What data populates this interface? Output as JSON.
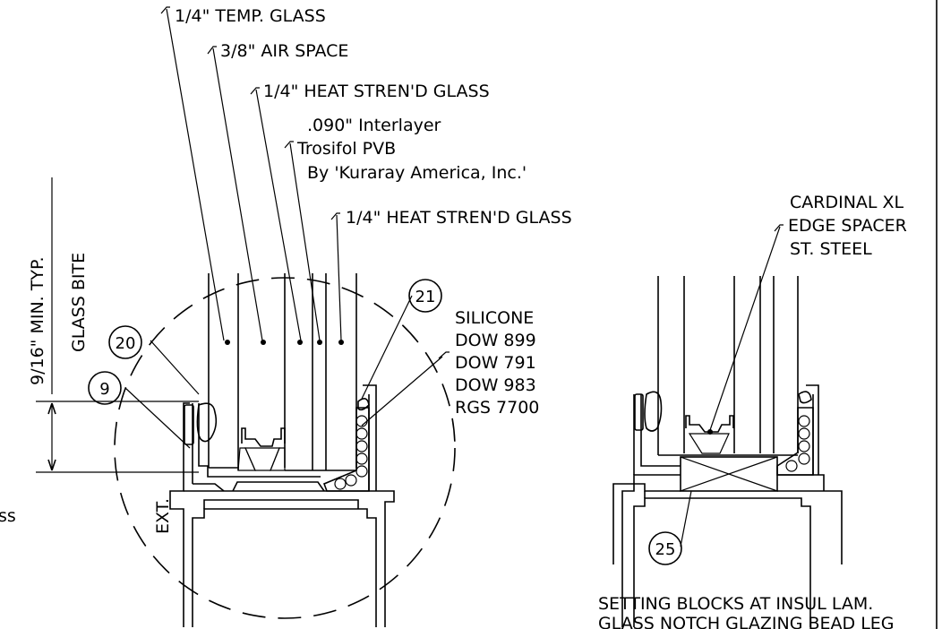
{
  "labels": {
    "temp_glass": "1/4\" TEMP. GLASS",
    "air_space": "3/8\" AIR SPACE",
    "heat_strend_glass_1": "1/4\" HEAT STREN'D GLASS",
    "interlayer_line1": ".090\" Interlayer",
    "interlayer_line2": "Trosifol PVB",
    "interlayer_line3": "By 'Kuraray America, Inc.'",
    "heat_strend_glass_2": "1/4\" HEAT STREN'D GLASS",
    "cardinal_line1": "CARDINAL XL",
    "cardinal_line2": "EDGE SPACER",
    "cardinal_line3": "ST. STEEL",
    "silicone_line1": "SILICONE",
    "silicone_line2": "DOW 899",
    "silicone_line3": "DOW 791",
    "silicone_line4": "DOW 983",
    "silicone_line5": "RGS 7700",
    "dimension_text": "9/16\" MIN. TYP.",
    "glass_bite": "GLASS BITE",
    "exterior": "EXT.",
    "left_edge_fragment": "ss",
    "setting_blocks_line1": "SETTING BLOCKS AT INSUL LAM.",
    "setting_blocks_line2": "GLASS NOTCH GLAZING BEAD LEG"
  },
  "callouts": {
    "c20": "20",
    "c9": "9",
    "c21": "21",
    "c25": "25"
  }
}
